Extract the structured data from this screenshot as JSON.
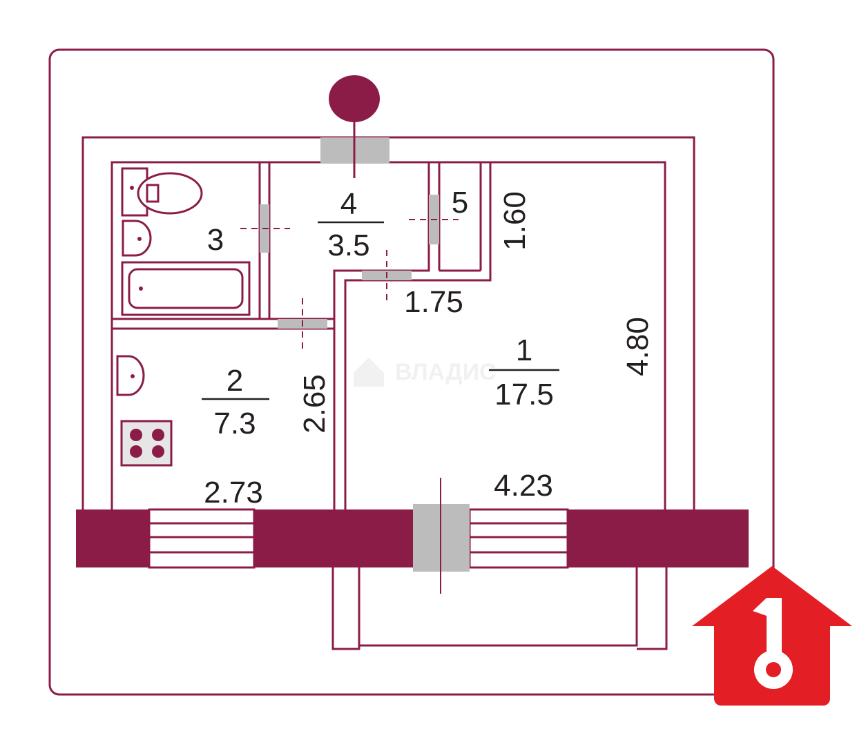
{
  "colors": {
    "wall": "#8b1c48",
    "door": "#bcbcbc",
    "logo": "#e31e24",
    "text": "#231f20",
    "watermark": "#e8e8e8"
  },
  "rooms": [
    {
      "number": "1",
      "area": "17.5"
    },
    {
      "number": "2",
      "area": "7.3"
    },
    {
      "number": "3",
      "area": ""
    },
    {
      "number": "4",
      "area": "3.5"
    },
    {
      "number": "5",
      "area": ""
    }
  ],
  "dimensions": {
    "kitchen_width": "2.73",
    "kitchen_depth": "2.65",
    "room_width": "4.23",
    "room_depth": "4.80",
    "hall_opening": "1.75",
    "closet_depth": "1.60"
  },
  "watermark": {
    "text": "ВЛАДИС"
  },
  "logo": {
    "icon": "house-key-icon"
  },
  "entrance": {
    "icon": "entrance-marker-icon"
  },
  "fixtures": [
    "toilet-icon",
    "sink-icon",
    "bathtub-icon",
    "kitchen-sink-icon",
    "stove-icon"
  ]
}
